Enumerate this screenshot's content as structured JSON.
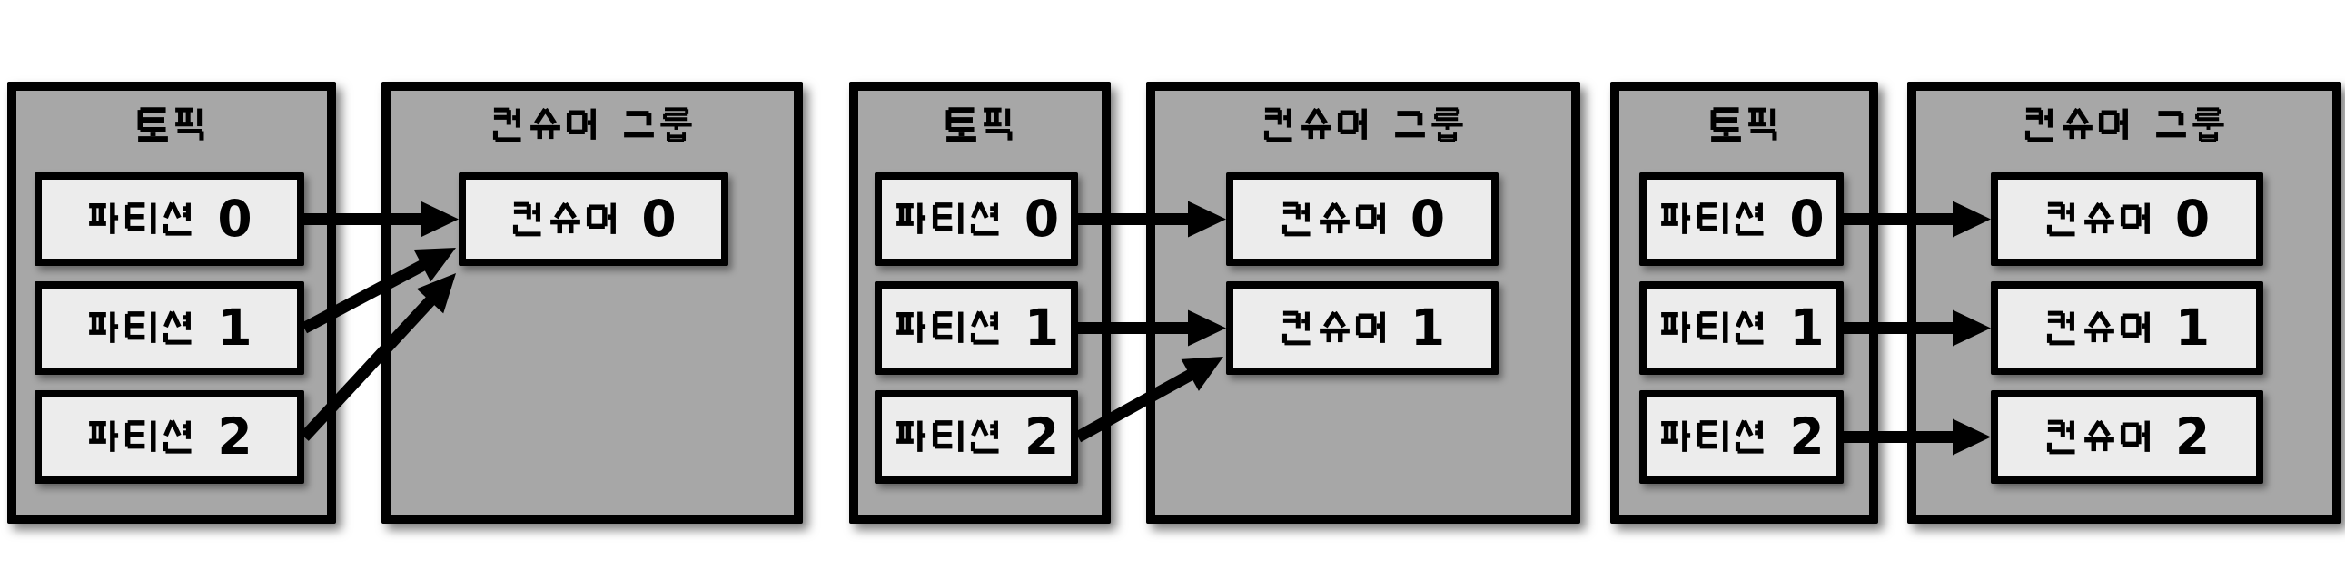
{
  "colors": {
    "background": "#ffffff",
    "box_fill": "#a7a7a7",
    "item_fill": "#ececec",
    "border": "#000000",
    "arrow": "#000000",
    "text": "#000000"
  },
  "diagrams": [
    {
      "topic": {
        "title": "토픽",
        "partitions": [
          "파티션 0",
          "파티션 1",
          "파티션 2"
        ]
      },
      "consumer_group": {
        "title": "컨슈머 그룹",
        "consumers": [
          "컨슈머 0"
        ]
      },
      "connections": [
        {
          "from": 0,
          "to": 0
        },
        {
          "from": 1,
          "to": 0
        },
        {
          "from": 2,
          "to": 0
        }
      ]
    },
    {
      "topic": {
        "title": "토픽",
        "partitions": [
          "파티션 0",
          "파티션 1",
          "파티션 2"
        ]
      },
      "consumer_group": {
        "title": "컨슈머 그룹",
        "consumers": [
          "컨슈머 0",
          "컨슈머 1"
        ]
      },
      "connections": [
        {
          "from": 0,
          "to": 0
        },
        {
          "from": 1,
          "to": 1
        },
        {
          "from": 2,
          "to": 1
        }
      ]
    },
    {
      "topic": {
        "title": "토픽",
        "partitions": [
          "파티션 0",
          "파티션 1",
          "파티션 2"
        ]
      },
      "consumer_group": {
        "title": "컨슈머 그룹",
        "consumers": [
          "컨슈머 0",
          "컨슈머 1",
          "컨슈머 2"
        ]
      },
      "connections": [
        {
          "from": 0,
          "to": 0
        },
        {
          "from": 1,
          "to": 1
        },
        {
          "from": 2,
          "to": 2
        }
      ]
    }
  ]
}
